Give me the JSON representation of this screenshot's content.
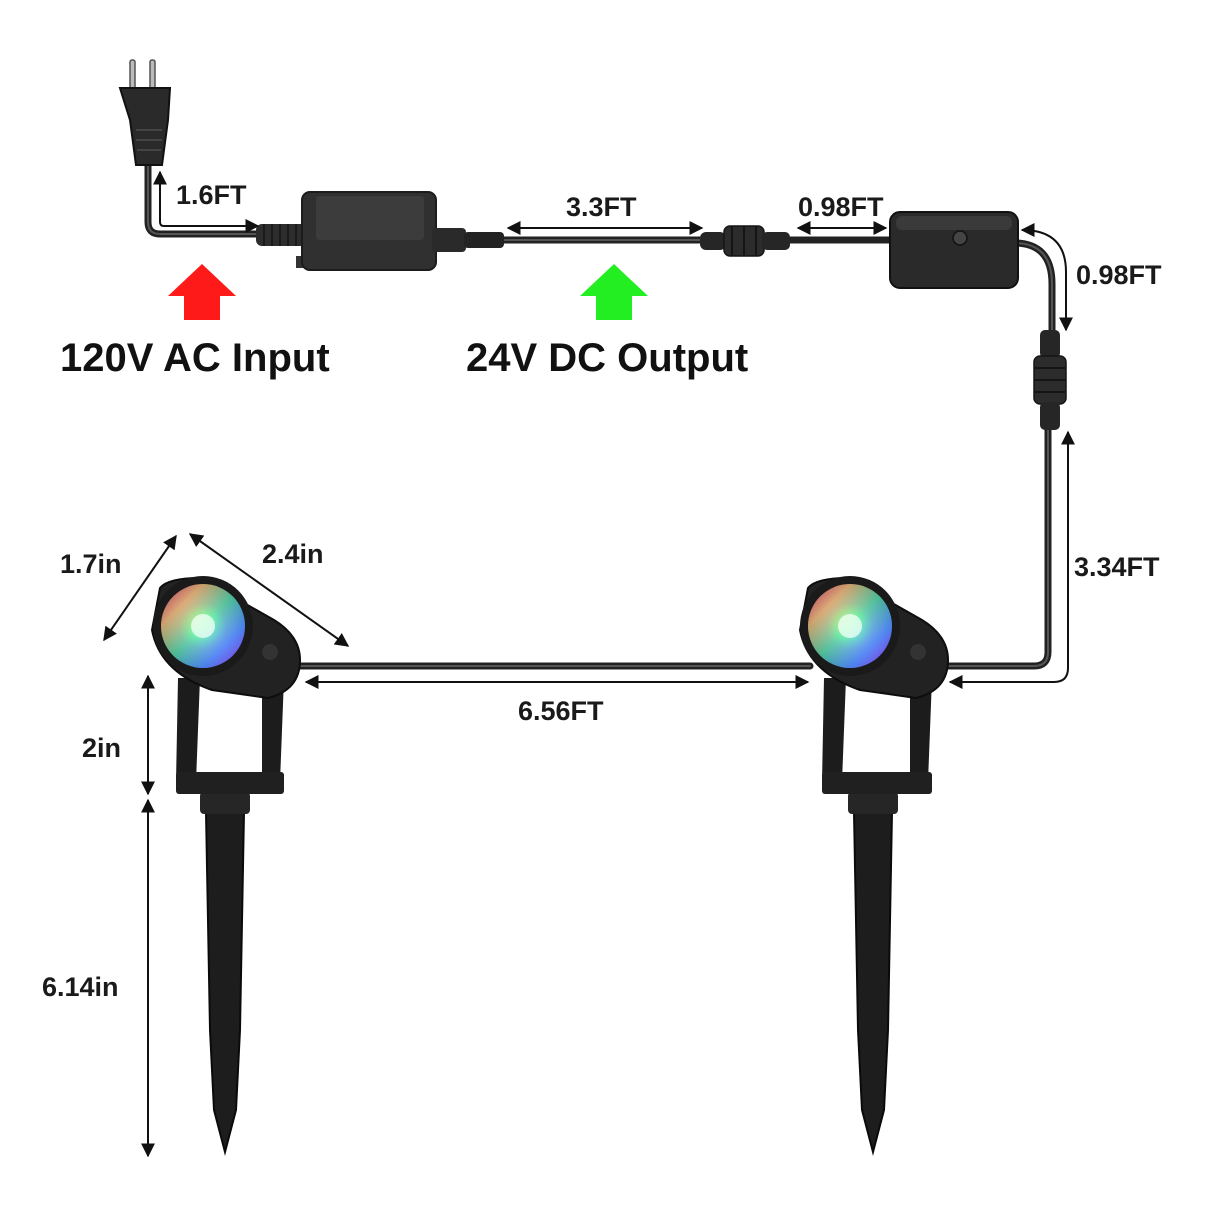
{
  "labels": {
    "input": "120V AC Input",
    "output": "24V DC Output"
  },
  "dimensions": {
    "plug_cord": "1.6FT",
    "adapter_to_connector": "3.3FT",
    "connector_to_controller": "0.98FT",
    "controller_to_connector": "0.98FT",
    "connector_to_light": "3.34FT",
    "light_to_light": "6.56FT",
    "head_diameter": "1.7in",
    "head_length": "2.4in",
    "bracket_height": "2in",
    "stake_length": "6.14in"
  },
  "colors": {
    "input_arrow": "#ff1a1a",
    "output_arrow": "#22ee22",
    "cable": "#222222",
    "device": "#2b2b2b"
  }
}
